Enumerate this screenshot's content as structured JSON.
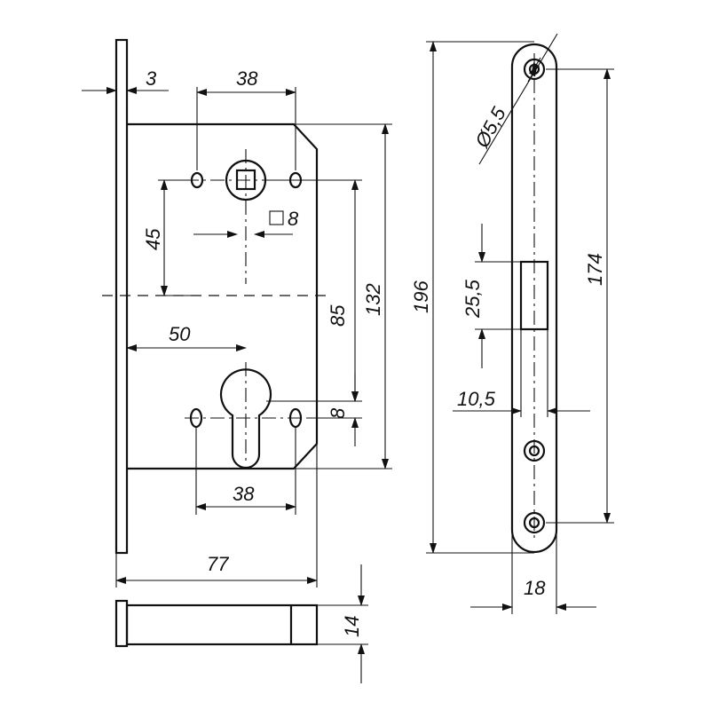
{
  "dimensions": {
    "faceplate_thickness": "3",
    "handle_holes_spacing_top": "38",
    "spindle_to_center": "45",
    "square_spindle": "8",
    "backset": "50",
    "spindle_to_cylinder": "85",
    "case_height": "132",
    "cylinder_offset": "8",
    "cylinder_holes_spacing": "38",
    "case_depth": "77",
    "bolt_height": "14",
    "screw_hole_diameter": "Ø5,5",
    "faceplate_height": "196",
    "latch_height": "25,5",
    "faceplate_holes_span": "174",
    "latch_width": "10,5",
    "faceplate_width": "18"
  }
}
